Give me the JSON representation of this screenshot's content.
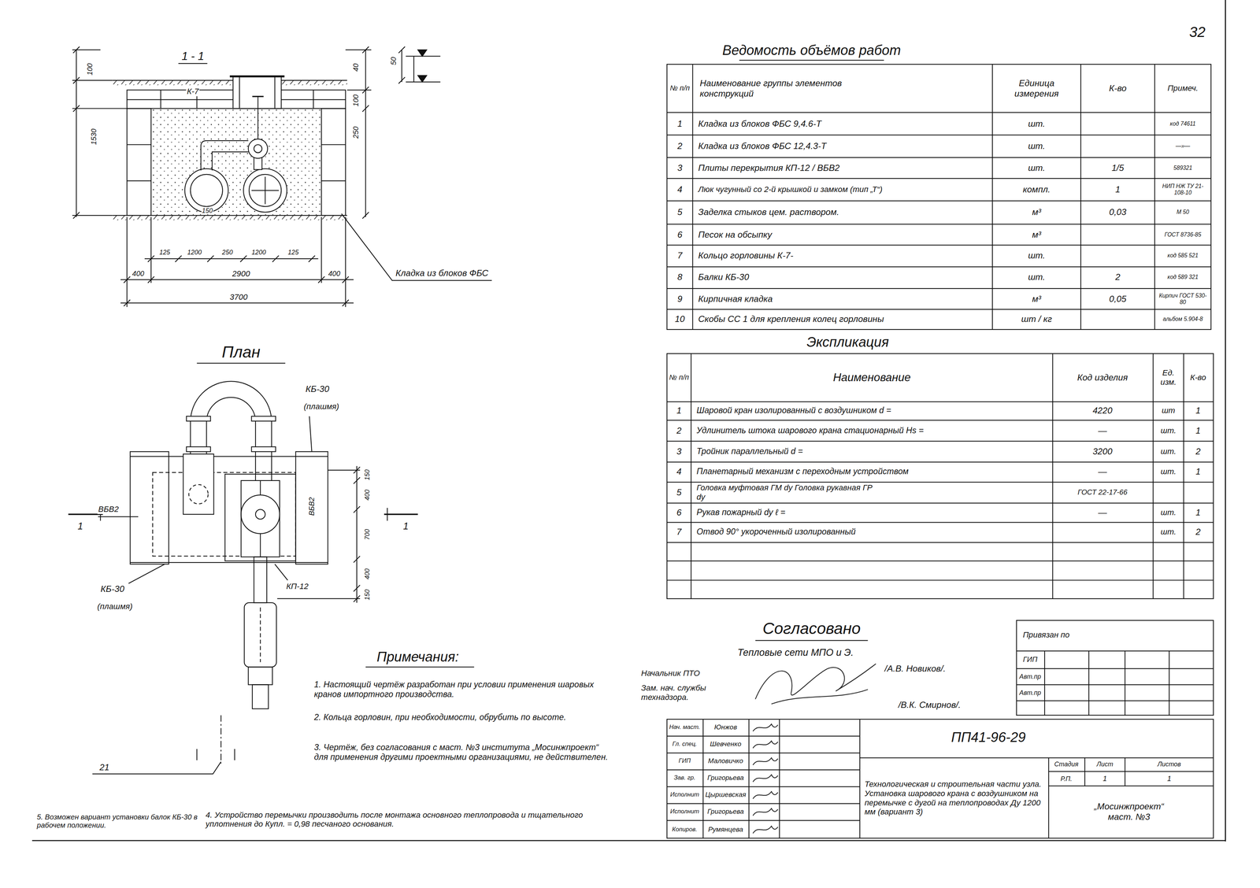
{
  "diagram": {
    "labels": [
      "32",
      "1 - 1",
      "100",
      "1530",
      "К-7",
      "150",
      "40",
      "50",
      "250",
      "100",
      "125",
      "1200",
      "250",
      "1200",
      "125",
      "400",
      "2900",
      "400",
      "3700",
      "Кладка из блоков ФБС",
      "План",
      "КБ-30",
      "(плашмя)",
      "ВБВ2",
      "ВБВ2",
      "1",
      "1",
      "150",
      "400",
      "700",
      "400",
      "150",
      "КБ-30",
      "(плашмя)",
      "КП-12",
      "21",
      "Примечания:",
      "1. Настоящий чертёж разработан при условии применения шаровых кранов импортного производства.",
      "2. Кольца горловин, при необходимости, обрубить по высоте.",
      "3. Чертёж, без согласования с маст. №3 института „Мосинжпроект“ для применения другими проектными организациями, не действителен.",
      "4. Устройство перемычки производить после монтажа основного теплопровода и тщательного уплотнения до Купл. = 0,98 песчаного основания.",
      "5. Возможен вариант установки балок КБ-30 в рабочем положении.",
      "Ведомость объёмов работ",
      "№ п/п",
      "Наименование группы элементов конструкций",
      "Единица измерения",
      "К-во",
      "Примеч.",
      "1",
      "Кладка из блоков ФБС 9,4.6-Т",
      "шт.",
      "код 74611",
      "2",
      "Кладка из блоков ФБС 12,4.3-Т",
      "шт.",
      "—»—",
      "3",
      "Плиты перекрытия КП-12 / ВБВ2",
      "шт.",
      "1/5",
      "589321",
      "4",
      "Люк чугунный со 2-й крышкой и замком (тип „Т“)",
      "компл.",
      "1",
      "НИП НЖ ТУ 21-108-10",
      "5",
      "Заделка стыков цем. раствором.",
      "м³",
      "0,03",
      "М 50",
      "6",
      "Песок на обсыпку",
      "м³",
      "ГОСТ 8736-85",
      "7",
      "Кольцо горловины К-7-",
      "шт.",
      "код 585 521",
      "8",
      "Балки КБ-30",
      "шт.",
      "2",
      "код 589 321",
      "9",
      "Кирпичная кладка",
      "м³",
      "0,05",
      "Кирпич ГОСТ 530-80",
      "10",
      "Скобы СС 1 для крепления колец горловины",
      "шт / кг",
      "альбом 5.904-8",
      "Экспликация",
      "№ п/п",
      "Наименование",
      "Код изделия",
      "Ед. изм.",
      "К-во",
      "1",
      "Шаровой кран изолированный с воздушником d =",
      "4220",
      "шт",
      "1",
      "2",
      "Удлинитель штока шарового крана стационарный Hs =",
      "—",
      "шт.",
      "1",
      "3",
      "Тройник параллельный d =",
      "3200",
      "шт.",
      "2",
      "4",
      "Планетарный механизм с переходным устройством",
      "—",
      "шт.",
      "1",
      "5",
      "Головка муфтовая ГМ dу Головка рукавная ГР dу",
      "ГОСТ 22-17-66",
      "6",
      "Рукав пожарный dу ℓ =",
      "—",
      "шт.",
      "1",
      "7",
      "Отвод 90° укороченный изолированный",
      "шт.",
      "2",
      "Согласовано",
      "Тепловые сети МПО и Э.",
      "Начальник ПТО",
      "Зам. нач. службы технадзора.",
      "/А.В. Новиков/.",
      "/В.К. Смирнов/.",
      "Привязан по",
      "ГИП",
      "Авт.пр",
      "Авт.пр",
      "Нач. маст.",
      "Юнжов",
      "Гл. спец.",
      "Шевченко",
      "ГИП",
      "Маловичко",
      "Зав. гр.",
      "Григорьева",
      "Исполнит",
      "Цыршевская",
      "Исполнит",
      "Григорьева",
      "Копиров.",
      "Румянцева",
      "ПП41-96-29",
      "Технологическая и строительная части узла. Установка шарового крана с воздушником на перемычке с дугой на теплопроводах Ду 1200 мм (вариант 3)",
      "Стадия",
      "Лист",
      "Листов",
      "Р.П.",
      "1",
      "1",
      "„Мосинжпроект“ маст. №3"
    ]
  }
}
